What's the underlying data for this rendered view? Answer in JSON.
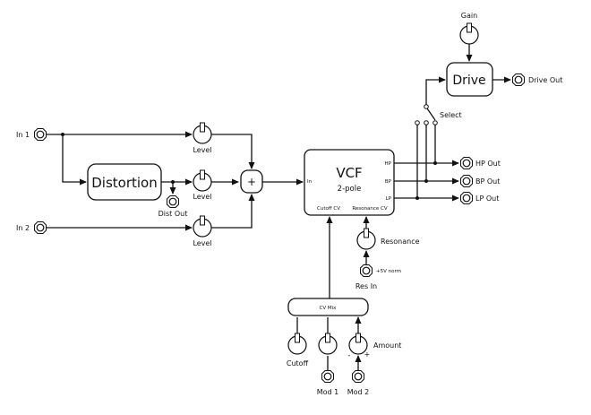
{
  "inputs": {
    "in1": "In 1",
    "in2": "In 2"
  },
  "distortion": {
    "label": "Distortion",
    "out": "Dist Out"
  },
  "levels": [
    "Level",
    "Level",
    "Level"
  ],
  "mixer": {
    "symbol": "+"
  },
  "vcf": {
    "title": "VCF",
    "subtitle": "2-pole",
    "in": "In",
    "hp": "HP",
    "bp": "BP",
    "lp": "LP",
    "cutoff_cv": "Cutoff CV",
    "resonance_cv": "Resonance CV"
  },
  "outputs": {
    "hp": "HP Out",
    "bp": "BP Out",
    "lp": "LP Out"
  },
  "drive": {
    "label": "Drive",
    "gain": "Gain",
    "out": "Drive Out",
    "select": "Select"
  },
  "resonance": {
    "knob": "Resonance",
    "norm": "+5V norm",
    "in": "Res In"
  },
  "cvmix": {
    "label": "CV Mix",
    "cutoff": "Cutoff",
    "amount": "Amount",
    "minus": "-",
    "plus": "+",
    "mod1": "Mod 1",
    "mod2": "Mod 2"
  }
}
